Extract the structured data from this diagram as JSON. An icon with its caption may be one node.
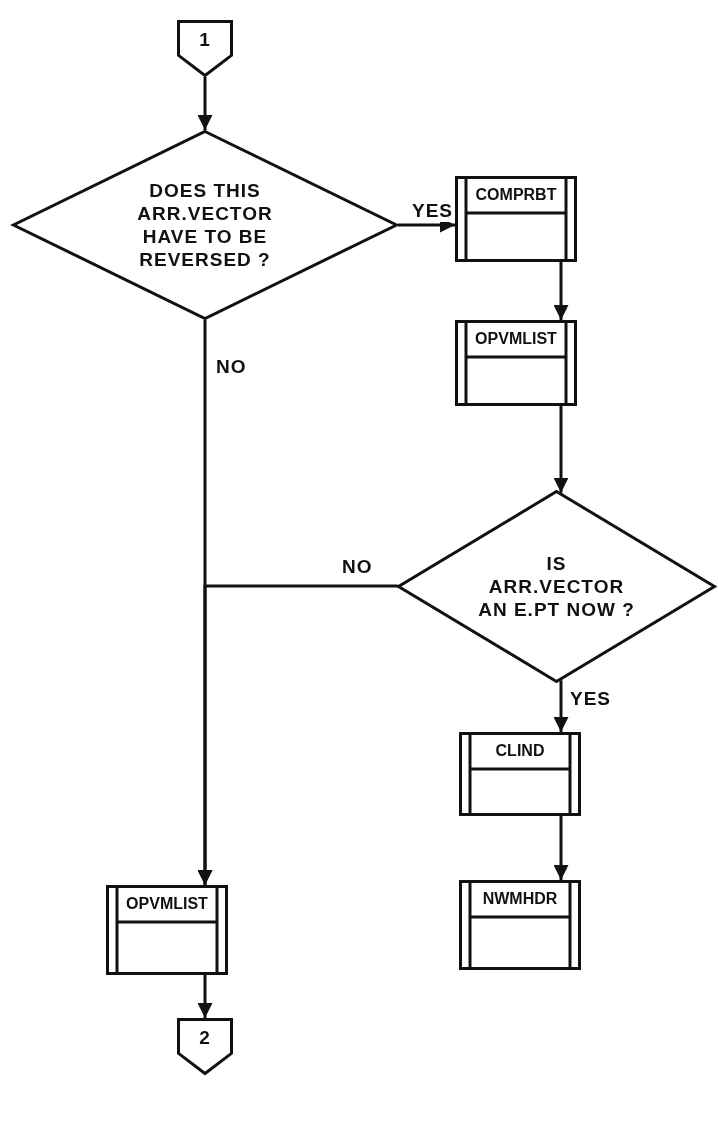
{
  "diagram": {
    "nodes": [
      {
        "text": [
          "1"
        ]
      },
      {
        "text": [
          "DOES THIS ARR.VECTOR HAVE TO BE REVERSED ?"
        ]
      },
      {
        "text": [
          "COMPRBT"
        ]
      },
      {
        "text": [
          "OPVMLIST"
        ]
      },
      {
        "text": [
          "IS ARR.VECTOR AN E.PT NOW ?"
        ]
      },
      {
        "text": [
          "CLIND"
        ]
      },
      {
        "text": [
          "NWMHDR"
        ]
      },
      {
        "text": [
          "OPVMLIST"
        ]
      },
      {
        "text": [
          "2"
        ]
      }
    ],
    "edges": [
      {
        "from": 0,
        "to": 1,
        "arrow": "to"
      },
      {
        "from": 1,
        "to": 2,
        "arrow": "to",
        "label": "YES"
      },
      {
        "from": 2,
        "to": 3,
        "arrow": "to"
      },
      {
        "from": 3,
        "to": 4,
        "arrow": "to"
      },
      {
        "from": 4,
        "to": 7,
        "arrow": "to",
        "label": "NO"
      },
      {
        "from": 1,
        "to": 7,
        "arrow": "to",
        "label": "NO"
      },
      {
        "from": 4,
        "to": 5,
        "arrow": "to",
        "label": "YES"
      },
      {
        "from": 5,
        "to": 6,
        "arrow": "to"
      },
      {
        "from": 7,
        "to": 8,
        "arrow": "to"
      }
    ]
  }
}
